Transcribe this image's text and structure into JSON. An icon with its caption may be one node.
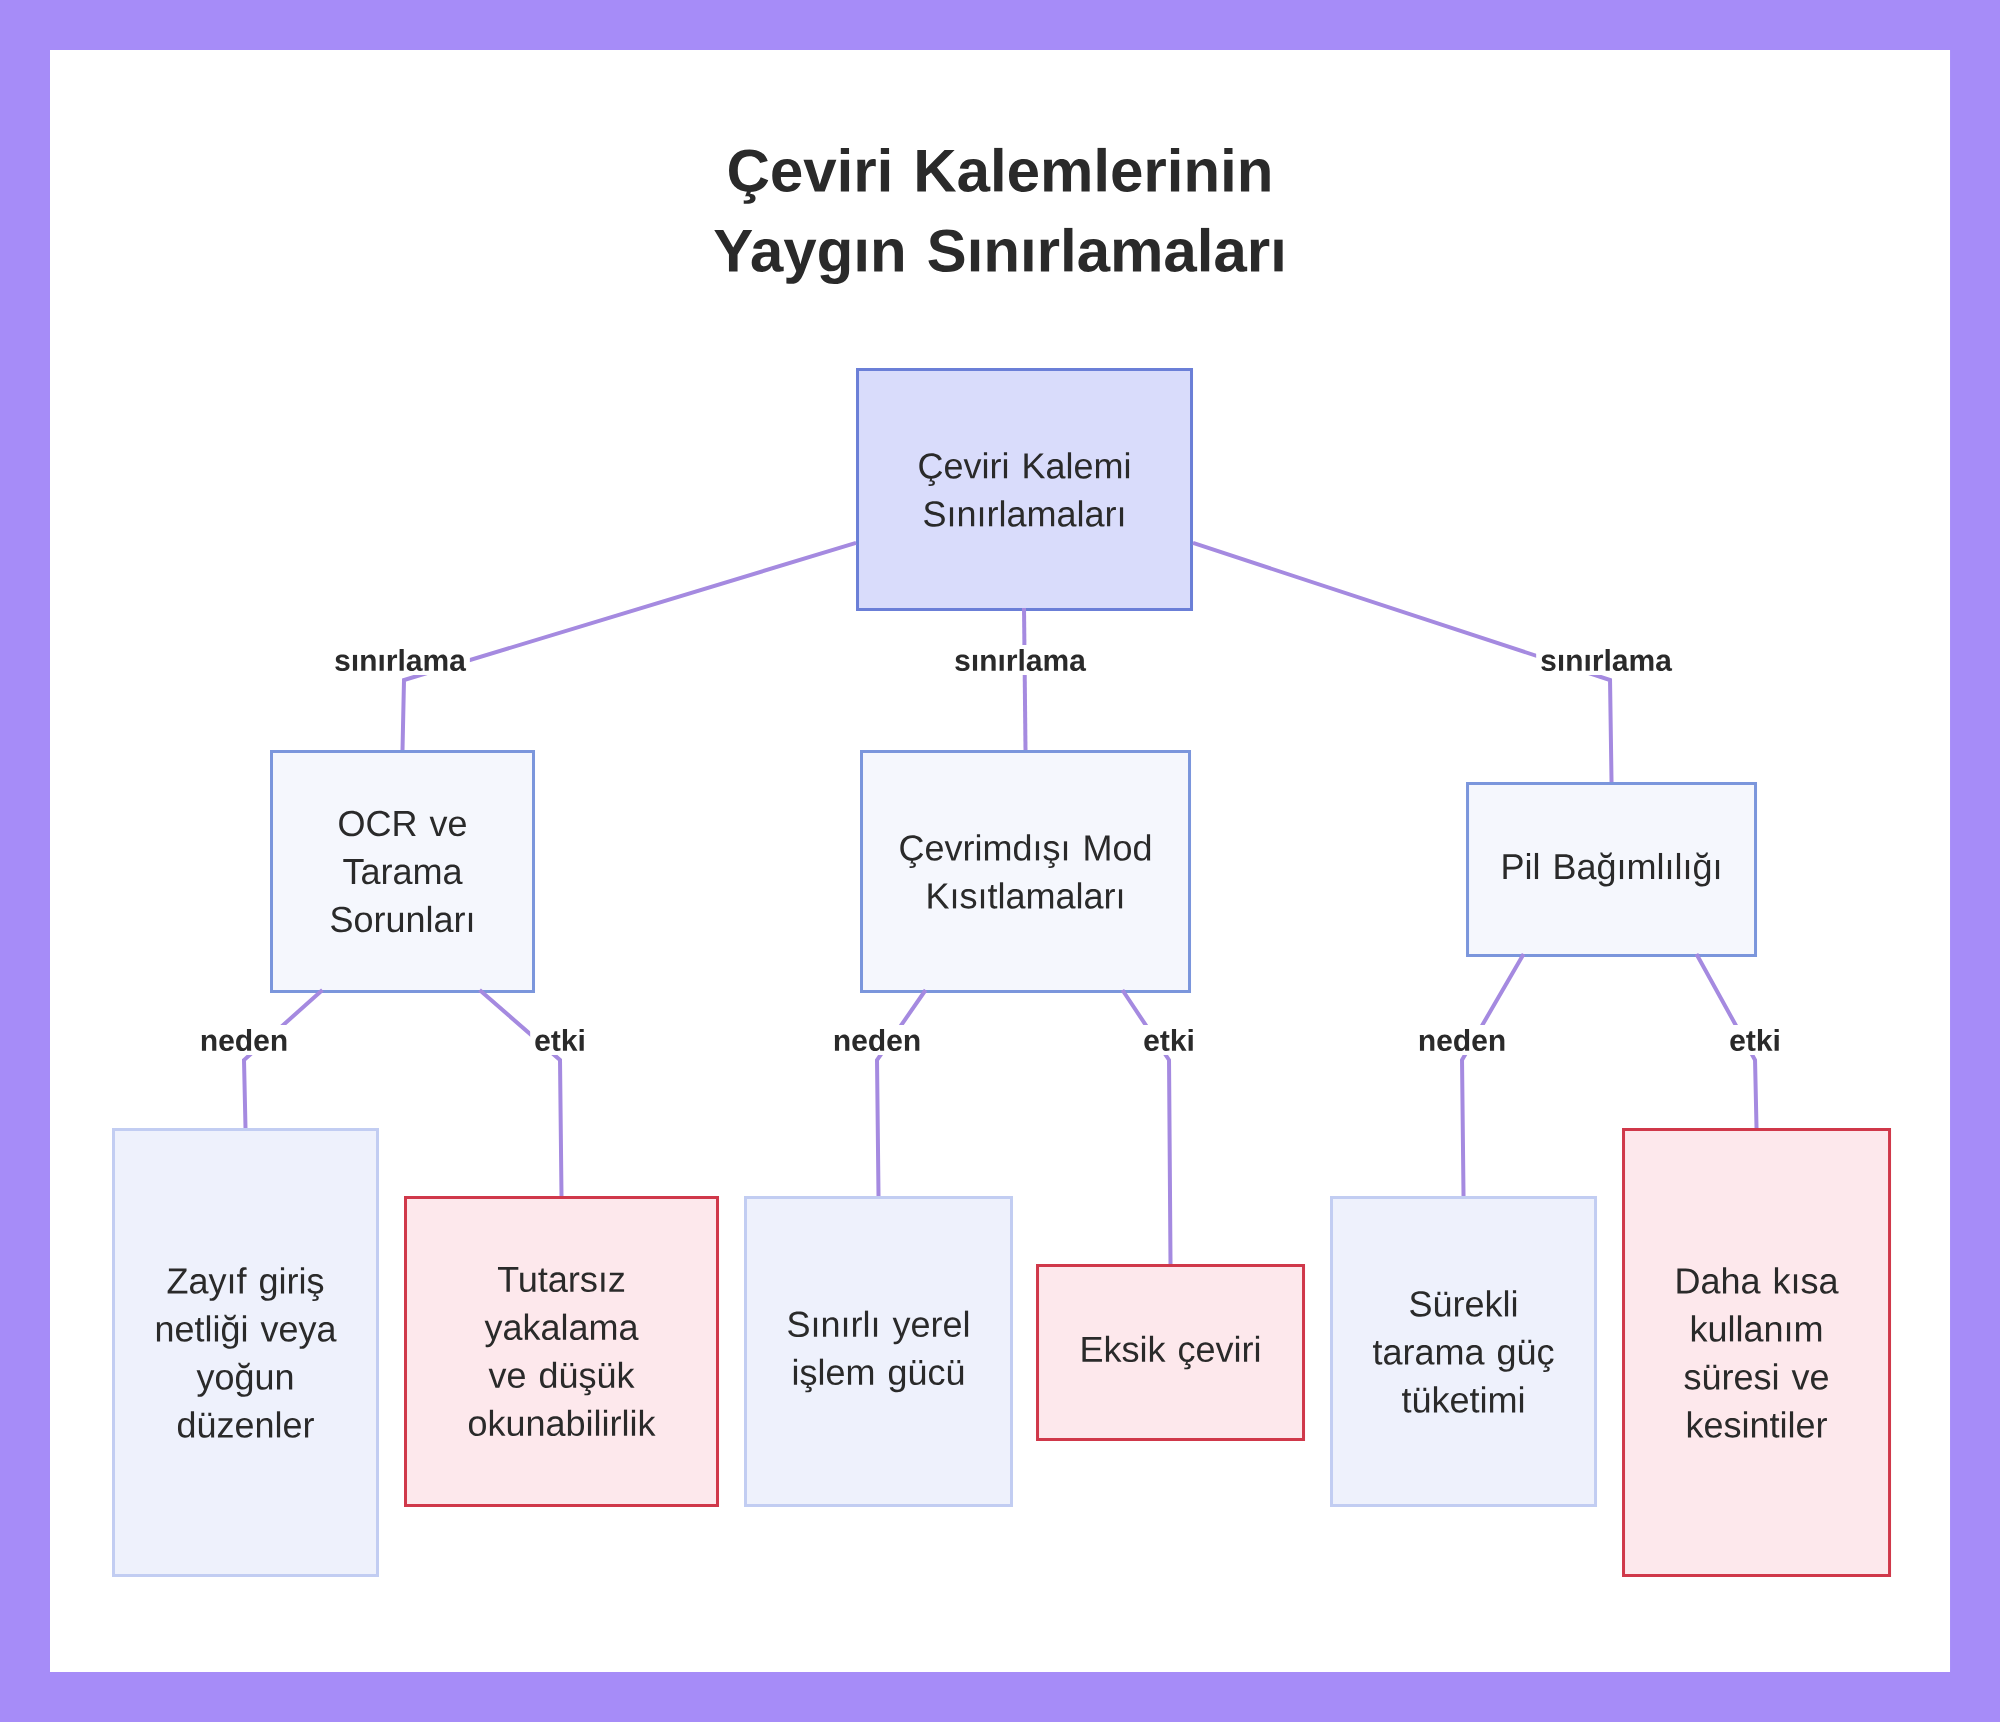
{
  "diagram": {
    "title": "Çeviri Kalemlerinin Yaygın Sınırlamaları",
    "nodes": [
      {
        "text": [
          "Çeviri Kalemi Sınırlamaları"
        ]
      },
      {
        "text": [
          "OCR ve Tarama Sorunları"
        ]
      },
      {
        "text": [
          "Çevrimdışı Mod Kısıtlamaları"
        ]
      },
      {
        "text": [
          "Pil Bağımlılığı"
        ]
      },
      {
        "text": [
          "Zayıf giriş netliği veya yoğun düzenler"
        ]
      },
      {
        "text": [
          "Tutarsız yakalama ve düşük okunabilirlik"
        ]
      },
      {
        "text": [
          "Sınırlı yerel işlem gücü"
        ]
      },
      {
        "text": [
          "Eksik çeviri"
        ]
      },
      {
        "text": [
          "Sürekli tarama güç tüketimi"
        ]
      },
      {
        "text": [
          "Daha kısa kullanım süresi ve kesintiler"
        ]
      }
    ],
    "edges": [
      {
        "from": 0,
        "to": 1,
        "arrow": "none",
        "label": "sınırlama"
      },
      {
        "from": 0,
        "to": 2,
        "arrow": "none",
        "label": "sınırlama"
      },
      {
        "from": 0,
        "to": 3,
        "arrow": "none",
        "label": "sınırlama"
      },
      {
        "from": 1,
        "to": 4,
        "arrow": "none",
        "label": "neden"
      },
      {
        "from": 1,
        "to": 5,
        "arrow": "none",
        "label": "etki"
      },
      {
        "from": 2,
        "to": 6,
        "arrow": "none",
        "label": "neden"
      },
      {
        "from": 2,
        "to": 7,
        "arrow": "none",
        "label": "etki"
      },
      {
        "from": 3,
        "to": 8,
        "arrow": "none",
        "label": "neden"
      },
      {
        "from": 3,
        "to": 9,
        "arrow": "none",
        "label": "etki"
      }
    ]
  }
}
